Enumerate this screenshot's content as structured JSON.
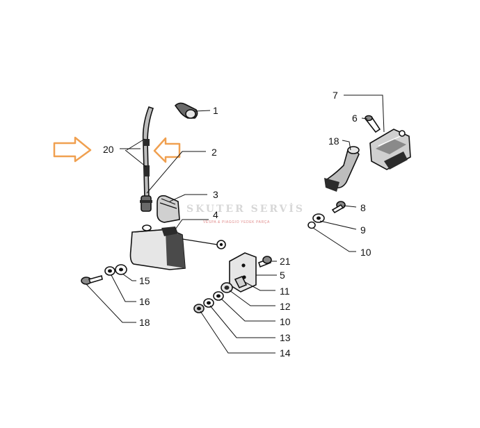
{
  "callouts": {
    "c1": "1",
    "c2": "2",
    "c3": "3",
    "c4": "4",
    "c5": "5",
    "c6": "6",
    "c7": "7",
    "c8": "8",
    "c9": "9",
    "c10a": "10",
    "c10b": "10",
    "c11": "11",
    "c12": "12",
    "c13": "13",
    "c14": "14",
    "c15": "15",
    "c16": "16",
    "c18a": "18",
    "c18b": "18",
    "c20": "20",
    "c21": "21"
  },
  "watermark": {
    "title": "SKUTER SERVİS",
    "subtitle": "VESPA & PIAGGIO YEDEK PARÇA"
  },
  "colors": {
    "arrow_outline": "#f0a050",
    "line": "#111111",
    "part_dark": "#2b2b2b",
    "part_mid": "#8a8a8a",
    "part_light": "#e6e6e6",
    "watermark_gray": "#d7d7d7",
    "watermark_red": "#e08a8a"
  },
  "icons": [
    "arrow-right-icon",
    "arrow-left-icon"
  ]
}
